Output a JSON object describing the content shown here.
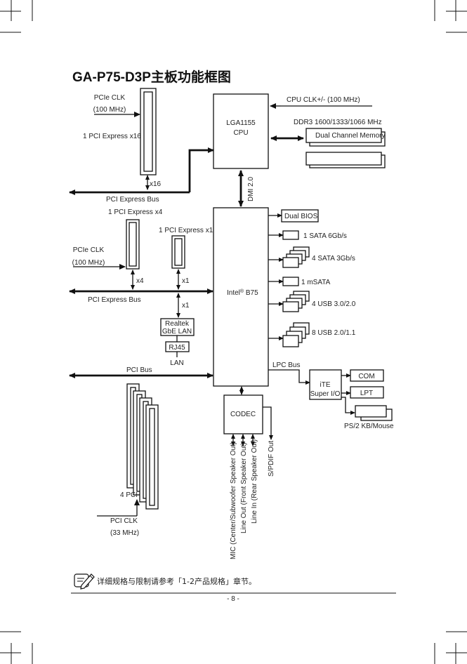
{
  "title": "GA-P75-D3P主板功能框图",
  "blocks": {
    "cpu_socket": "LGA1155",
    "cpu": "CPU",
    "chipset_brand": "Intel",
    "chipset_reg": "®",
    "chipset_model": " B75",
    "codec": "CODEC",
    "lan_line1": "Realtek",
    "lan_line2": "GbE LAN",
    "rj45": "RJ45",
    "lan": "LAN",
    "superio_line1": "iTE",
    "superio_line2": "Super I/O",
    "com": "COM",
    "lpt": "LPT",
    "ps2": "PS/2 KB/Mouse",
    "dual_bios": "Dual BIOS",
    "dual_channel_memory": "Dual Channel Memory"
  },
  "labels": {
    "pcie_clk_top": "PCIe CLK",
    "pcie_clk_top_freq": "(100 MHz)",
    "pcie_x16_slot": "1 PCI Express x16",
    "x16": "x16",
    "pcie_bus_top": "PCI Express Bus",
    "pcie_x4_slot": "1 PCI Express x4",
    "pcie_x1_slot": "1 PCI Express x1",
    "pcie_clk_mid": "PCIe CLK",
    "pcie_clk_mid_freq": "(100 MHz)",
    "x4": "x4",
    "x1_a": "x1",
    "x1_b": "x1",
    "pcie_bus_mid": "PCI Express Bus",
    "pci_bus": "PCI Bus",
    "pci_slots": "4 PCI",
    "pci_clk": "PCI CLK",
    "pci_clk_freq": "(33 MHz)",
    "cpu_clk": "CPU CLK+/- (100 MHz)",
    "ddr3": "DDR3 1600/1333/1066 MHz",
    "dmi": "DMI 2.0",
    "sata6": "1 SATA 6Gb/s",
    "sata3": "4 SATA 3Gb/s",
    "msata": "1 mSATA",
    "usb3": "4 USB 3.0/2.0",
    "usb2": "8 USB 2.0/1.1",
    "lpc_bus": "LPC Bus",
    "audio_mic": "MIC (Center/Subwoofer Speaker Out)",
    "audio_lineout": "Line Out (Front Speaker Out)",
    "audio_linein": "Line In (Rear Speaker Out)",
    "spdif": "S/PDIF Out"
  },
  "footer": {
    "note": "详细规格与限制请参考「1-2产品规格」章节。",
    "page_number": "- 8 -"
  },
  "icons": {
    "note": "pencil-note-icon"
  }
}
